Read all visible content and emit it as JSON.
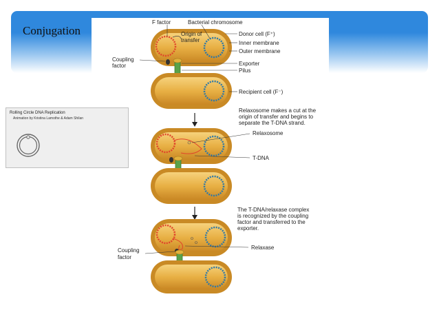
{
  "slide": {
    "title": "Conjugation"
  },
  "figure": {
    "labels": {
      "f_factor": "F factor",
      "bacterial_chromosome": "Bacterial chromosome",
      "origin_of_transfer_1": "Origin of",
      "origin_of_transfer_2": "transfer",
      "donor_cell": "Donor cell (F⁺)",
      "inner_membrane": "Inner membrane",
      "outer_membrane": "Outer membrane",
      "exporter": "Exporter",
      "pilus": "Pilus",
      "coupling_factor_1a": "Coupling",
      "coupling_factor_1b": "factor",
      "recipient_cell": "Recipient cell (F⁻)",
      "step2_1": "Relaxosome makes a cut at the",
      "step2_2": "origin of transfer and begins to",
      "step2_3": "separate the T-DNA strand.",
      "relaxosome": "Relaxosome",
      "tdna": "T-DNA",
      "step3_1": "The T-DNA/relaxase complex",
      "step3_2": "is recognized by the coupling",
      "step3_3": "factor and transferred to the",
      "step3_4": "exporter.",
      "relaxase": "Relaxase",
      "coupling_factor_3a": "Coupling",
      "coupling_factor_3b": "factor"
    }
  },
  "inset": {
    "title": "Rolling Circle DNA Replication",
    "subtitle": "Animation by Kristina Lamothe & Adam Shilan"
  },
  "colors": {
    "banner_blue": "#2f88dd",
    "cell_outer": "#c98a25",
    "cell_fill": "#e9b347",
    "f_factor_dna": "#e0452b",
    "chromosome_dna": "#2d78a8"
  }
}
